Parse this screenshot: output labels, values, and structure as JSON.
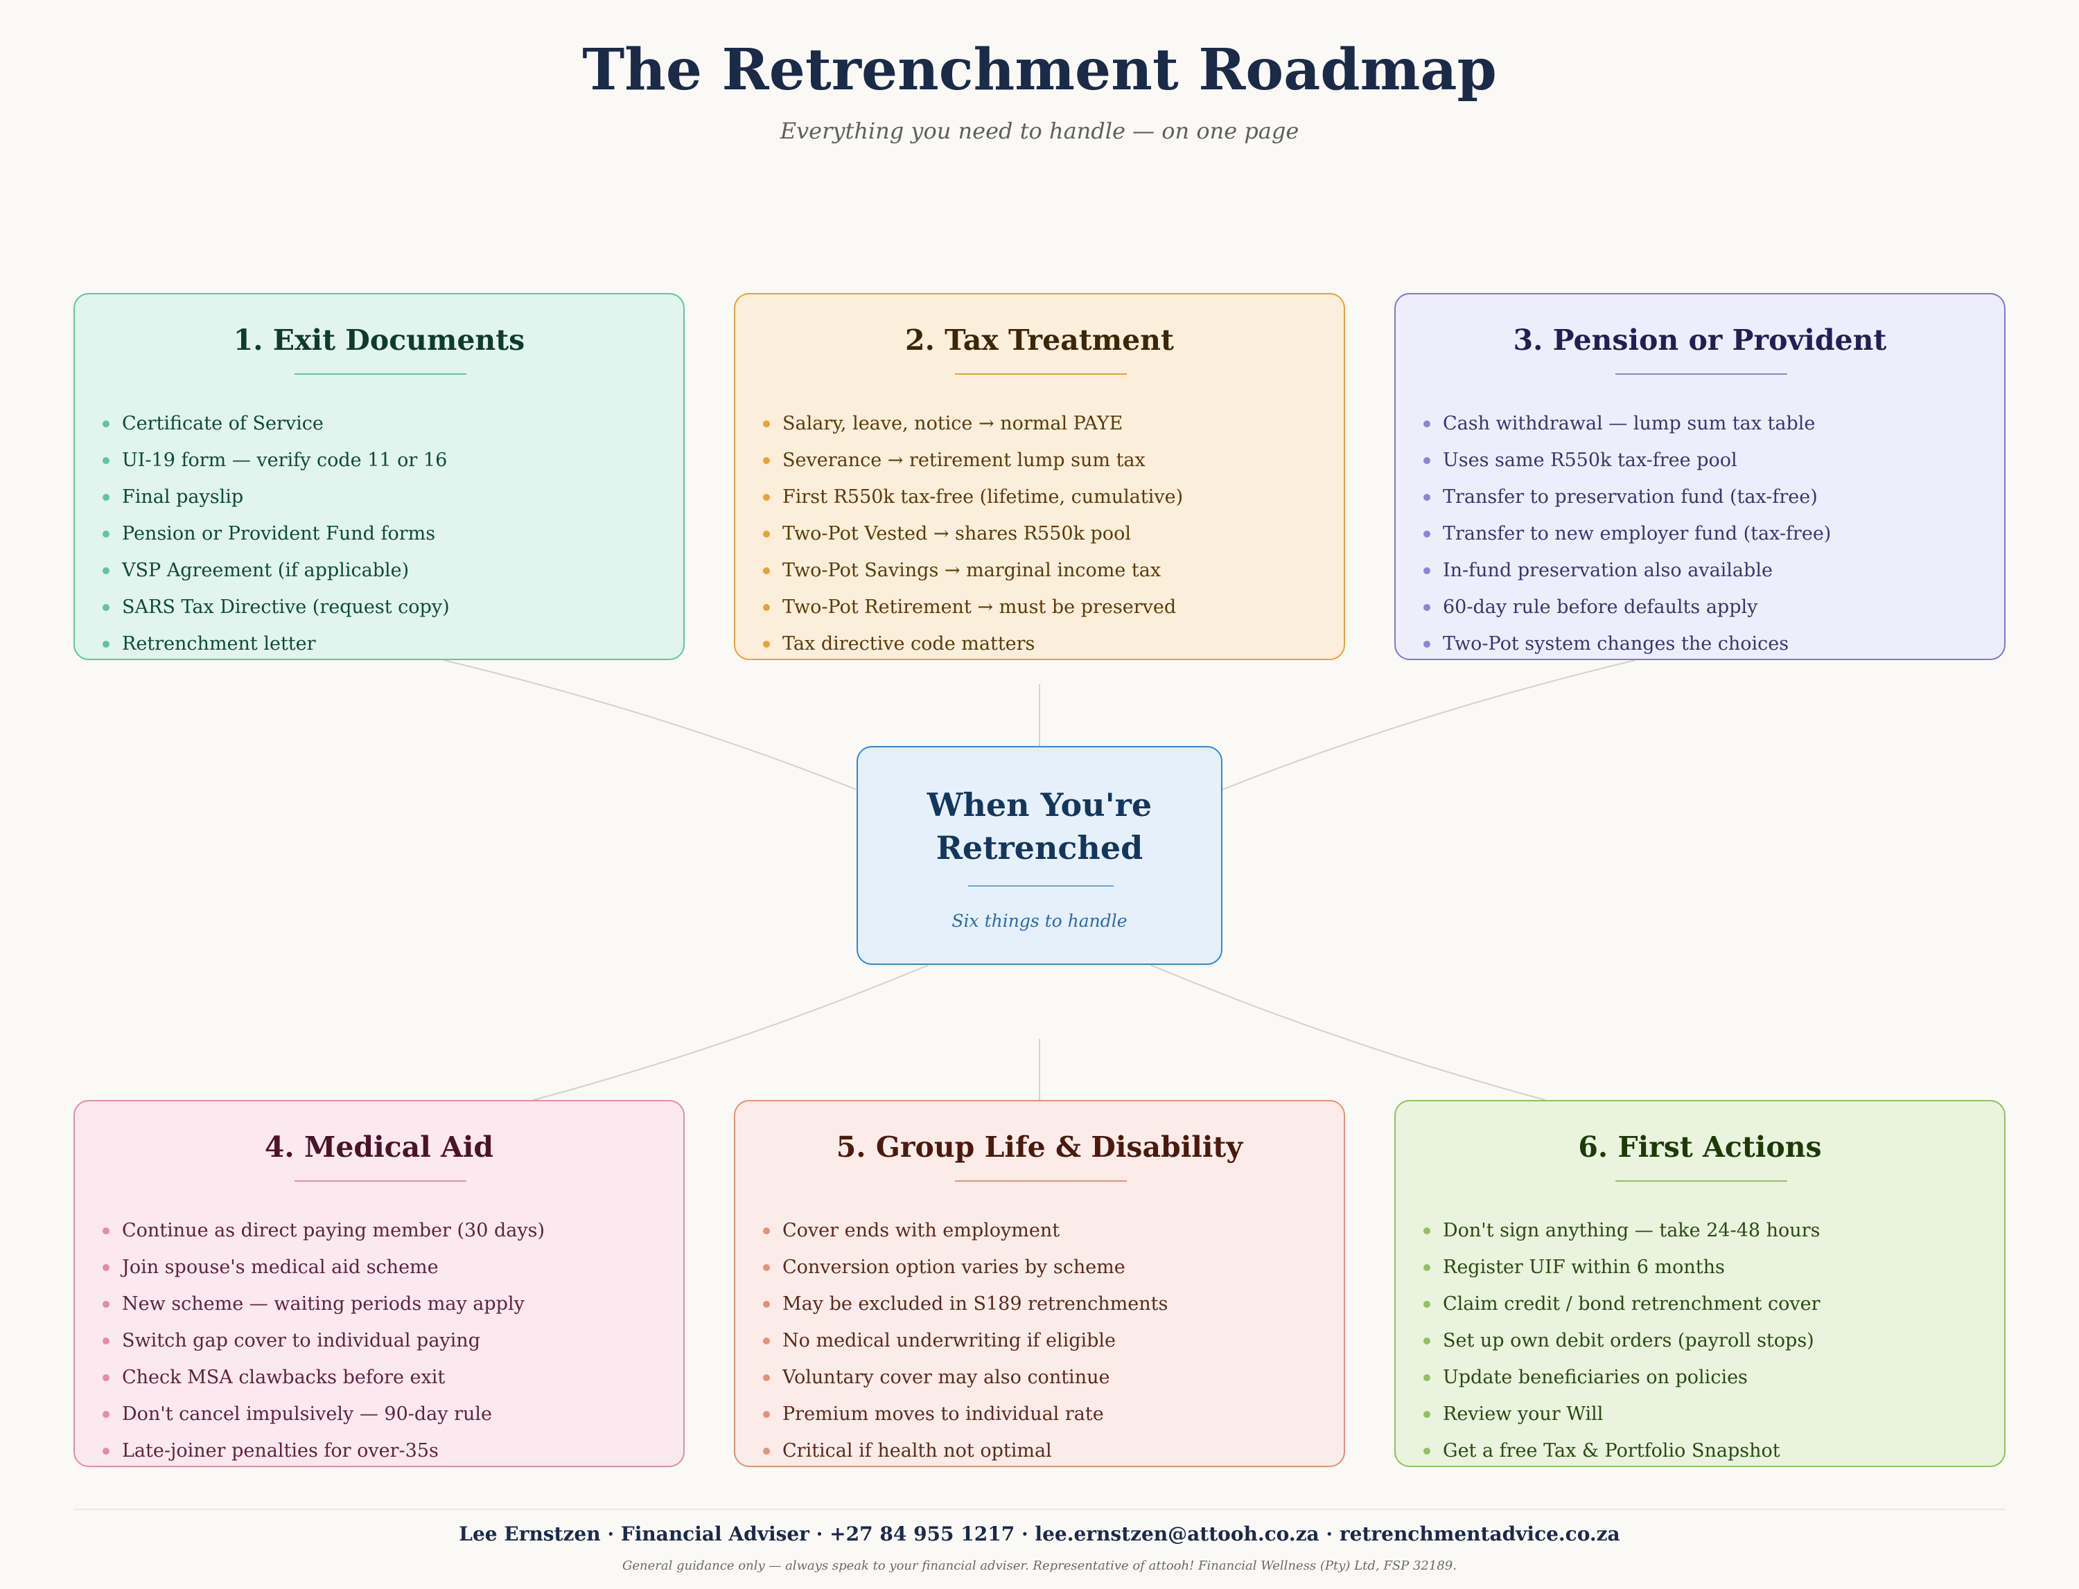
{
  "header": {
    "title": "The Retrenchment Roadmap",
    "subtitle": "Everything you need to handle — on one page"
  },
  "center": {
    "title_line1": "When You're",
    "title_line2": "Retrenched",
    "tagline": "Six things to handle"
  },
  "cards": [
    {
      "title": "1. Exit Documents",
      "items": [
        "Certificate of Service",
        "UI-19 form — verify code 11 or 16",
        "Final payslip",
        "Pension or Provident Fund forms",
        "VSP Agreement (if applicable)",
        "SARS Tax Directive (request copy)",
        "Retrenchment letter"
      ]
    },
    {
      "title": "2. Tax Treatment",
      "items": [
        "Salary, leave, notice → normal PAYE",
        "Severance → retirement lump sum tax",
        "First R550k tax-free (lifetime, cumulative)",
        "Two-Pot Vested → shares R550k pool",
        "Two-Pot Savings → marginal income tax",
        "Two-Pot Retirement → must be preserved",
        "Tax directive code matters"
      ]
    },
    {
      "title": "3. Pension or Provident",
      "items": [
        "Cash withdrawal — lump sum tax table",
        "Uses same R550k tax-free pool",
        "Transfer to preservation fund (tax-free)",
        "Transfer to new employer fund (tax-free)",
        "In-fund preservation also available",
        "60-day rule before defaults apply",
        "Two-Pot system changes the choices"
      ]
    },
    {
      "title": "4. Medical Aid",
      "items": [
        "Continue as direct paying member (30 days)",
        "Join spouse's medical aid scheme",
        "New scheme — waiting periods may apply",
        "Switch gap cover to individual paying",
        "Check MSA clawbacks before exit",
        "Don't cancel impulsively — 90-day rule",
        "Late-joiner penalties for over-35s"
      ]
    },
    {
      "title": "5. Group Life & Disability",
      "items": [
        "Cover ends with employment",
        "Conversion option varies by scheme",
        "May be excluded in S189 retrenchments",
        "No medical underwriting if eligible",
        "Voluntary cover may also continue",
        "Premium moves to individual rate",
        "Critical if health not optimal"
      ]
    },
    {
      "title": "6. First Actions",
      "items": [
        "Don't sign anything — take 24-48 hours",
        "Register UIF within 6 months",
        "Claim credit / bond retrenchment cover",
        "Set up own debit orders (payroll stops)",
        "Update beneficiaries on policies",
        "Review your Will",
        "Get a free Tax & Portfolio Snapshot"
      ]
    }
  ],
  "footer": {
    "contact": "Lee Ernstzen · Financial Adviser · +27 84 955 1217 · lee.ernstzen@attooh.co.za · retrenchmentadvice.co.za",
    "disclaimer": "General guidance only — always speak to your financial adviser. Representative of attooh! Financial Wellness (Pty) Ltd, FSP 32189."
  },
  "colors": {
    "connector": "#d3d1cc",
    "center_border": "#3a86c8",
    "exit_documents": "#62c3a2",
    "tax_treatment": "#e3a43a",
    "pension_provident": "#7f79c8",
    "medical_aid": "#e08dac",
    "group_life": "#e0937b",
    "first_actions": "#94bf63"
  }
}
